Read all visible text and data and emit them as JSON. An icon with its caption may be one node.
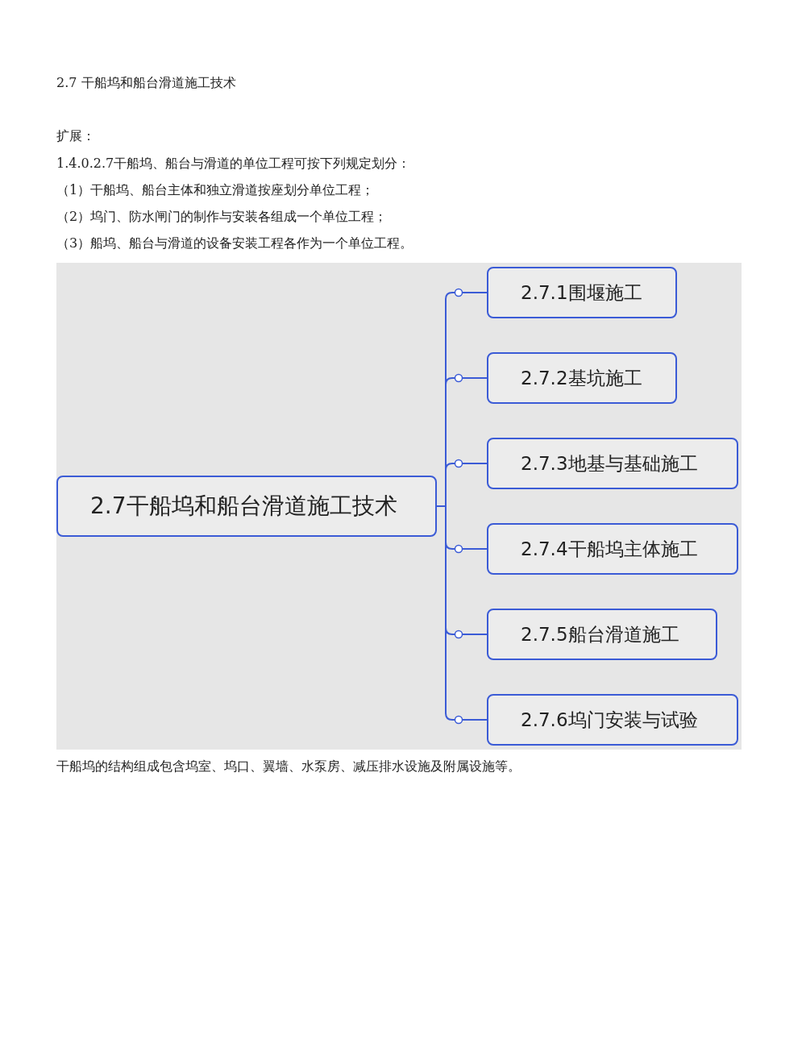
{
  "diagram": {
    "title": "2.7 干船坞和船台滑道施工技术",
    "nodes": [
      {
        "text": [
          "2.7干船坞和船台滑道施工技术"
        ]
      },
      {
        "text": [
          "2.7.1围堰施工"
        ]
      },
      {
        "text": [
          "2.7.2基坑施工"
        ]
      },
      {
        "text": [
          "2.7.3地基与基础施工"
        ]
      },
      {
        "text": [
          "2.7.4干船坞主体施工"
        ]
      },
      {
        "text": [
          "2.7.5船台滑道施工"
        ]
      },
      {
        "text": [
          "2.7.6坞门安装与试验"
        ]
      }
    ],
    "edges": [
      {
        "from": 0,
        "to": 1,
        "arrow": "none"
      },
      {
        "from": 0,
        "to": 2,
        "arrow": "none"
      },
      {
        "from": 0,
        "to": 3,
        "arrow": "none"
      },
      {
        "from": 0,
        "to": 4,
        "arrow": "none"
      },
      {
        "from": 0,
        "to": 5,
        "arrow": "none"
      },
      {
        "from": 0,
        "to": 6,
        "arrow": "none"
      }
    ],
    "labels": [
      "扩展：",
      "1.4.0.2.7干船坞、船台与滑道的单位工程可按下列规定划分：",
      "（1）干船坞、船台主体和独立滑道按座划分单位工程；",
      "（2）坞门、防水闸门的制作与安装各组成一个单位工程；",
      "（3）船坞、船台与滑道的设备安装工程各作为一个单位工程。",
      "干船坞的结构组成包含坞室、坞口、翼墙、水泵房、减压排水设施及附属设施等。"
    ]
  }
}
